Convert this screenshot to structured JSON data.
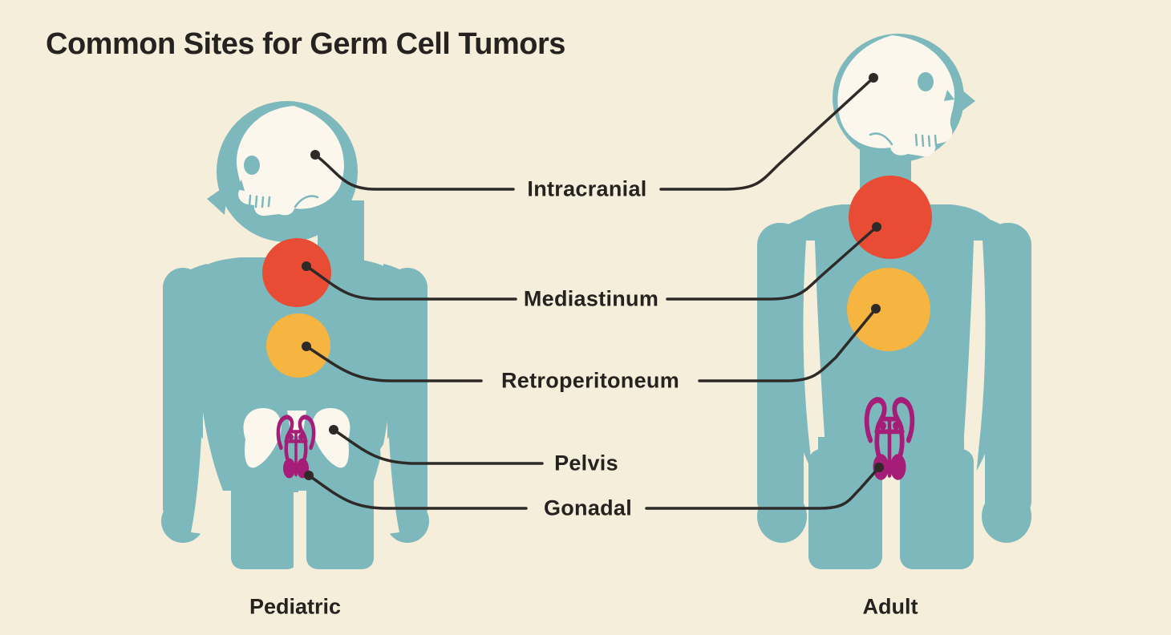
{
  "title": "Common Sites for Germ Cell Tumors",
  "sites": {
    "intracranial": "Intracranial",
    "mediastinum": "Mediastinum",
    "retroperitoneum": "Retroperitoneum",
    "pelvis": "Pelvis",
    "gonadal": "Gonadal"
  },
  "captions": {
    "pediatric": "Pediatric",
    "adult": "Adult"
  },
  "colors": {
    "background": "#f5eedb",
    "body_teal": "#7cb8bc",
    "skull_white": "#fbf7ec",
    "mediastinum_red": "#e84c35",
    "retroperitoneum_yellow": "#f6b440",
    "organ_magenta": "#a51d76",
    "leader_line": "#2d2a27",
    "text_dark": "#26221f"
  }
}
